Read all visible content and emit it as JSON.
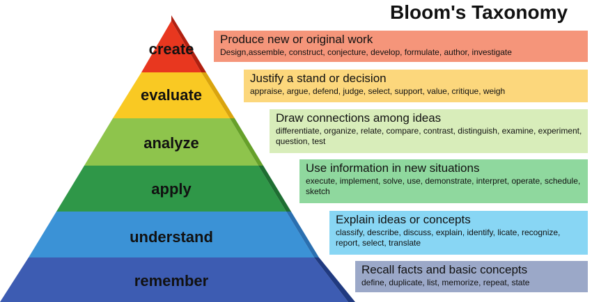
{
  "title": "Bloom's Taxonomy",
  "levels": [
    {
      "name": "create",
      "heading": "Produce new or original work",
      "verbs": "Design,assemble, construct, conjecture, develop, formulate, author, investigate",
      "color": "#e8371f",
      "dark": "#b02010",
      "box": "#f5957a"
    },
    {
      "name": "evaluate",
      "heading": "Justify a stand or decision",
      "verbs": "appraise, argue, defend, judge, select, support, value, critique, weigh",
      "color": "#f9c923",
      "dark": "#d9a40e",
      "box": "#fcd77c"
    },
    {
      "name": "analyze",
      "heading": "Draw connections among ideas",
      "verbs": "differentiate, organize, relate, compare, contrast, distinguish, examine, experiment, question, test",
      "color": "#8ec44c",
      "dark": "#66a02a",
      "box": "#d8edba"
    },
    {
      "name": "apply",
      "heading": "Use information in new situations",
      "verbs": "execute, implement, solve, use, demonstrate, interpret, operate, schedule, sketch",
      "color": "#2f9748",
      "dark": "#1e6e32",
      "box": "#8fd89e"
    },
    {
      "name": "understand",
      "heading": "Explain ideas or concepts",
      "verbs": "classify, describe, discuss, explain, identify, licate, recognize, report, select, translate",
      "color": "#3b92d6",
      "dark": "#2a6fb0",
      "box": "#88d6f4"
    },
    {
      "name": "remember",
      "heading": "Recall facts and basic concepts",
      "verbs": "define, duplicate, list, memorize, repeat, state",
      "color": "#3d5cb2",
      "dark": "#203a80",
      "box": "#9ba8c8"
    }
  ]
}
